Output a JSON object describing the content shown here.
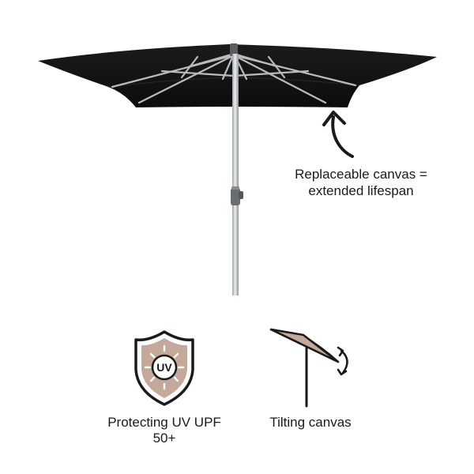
{
  "callout": {
    "line1": "Replaceable canvas =",
    "line2": "extended lifespan"
  },
  "features": {
    "uv": {
      "badge_text": "UV",
      "label_line1": "Protecting UV UPF",
      "label_line2": "50+",
      "icon": "uv-shield-icon"
    },
    "tilt": {
      "label": "Tilting canvas",
      "icon": "tilting-canvas-icon"
    }
  },
  "colors": {
    "canvas": "#111111",
    "pole": "#c9ccce",
    "accent_tan": "#c4a99a",
    "icon_outline": "#1a1a1a"
  }
}
